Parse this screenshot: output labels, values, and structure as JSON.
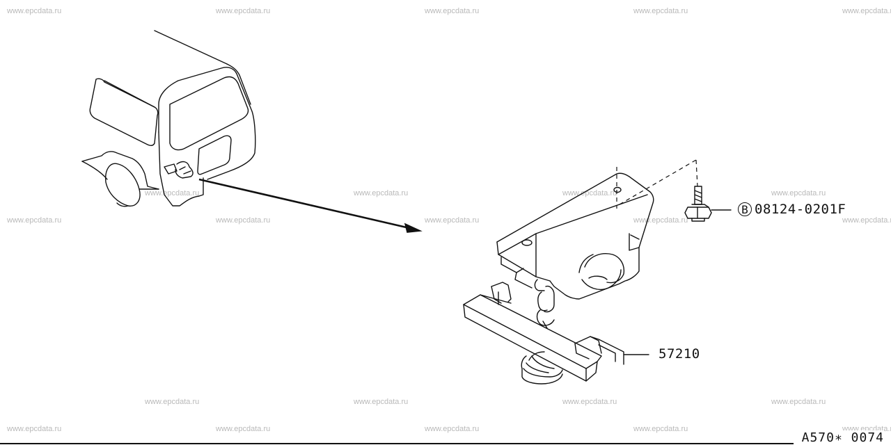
{
  "watermark": "www.epcdata.ru",
  "labels": {
    "bracket_part_number": "57210",
    "bolt_prefix": "B",
    "bolt_part_number": "08124-0201F",
    "diagram_id": "A570∗ 0074"
  }
}
